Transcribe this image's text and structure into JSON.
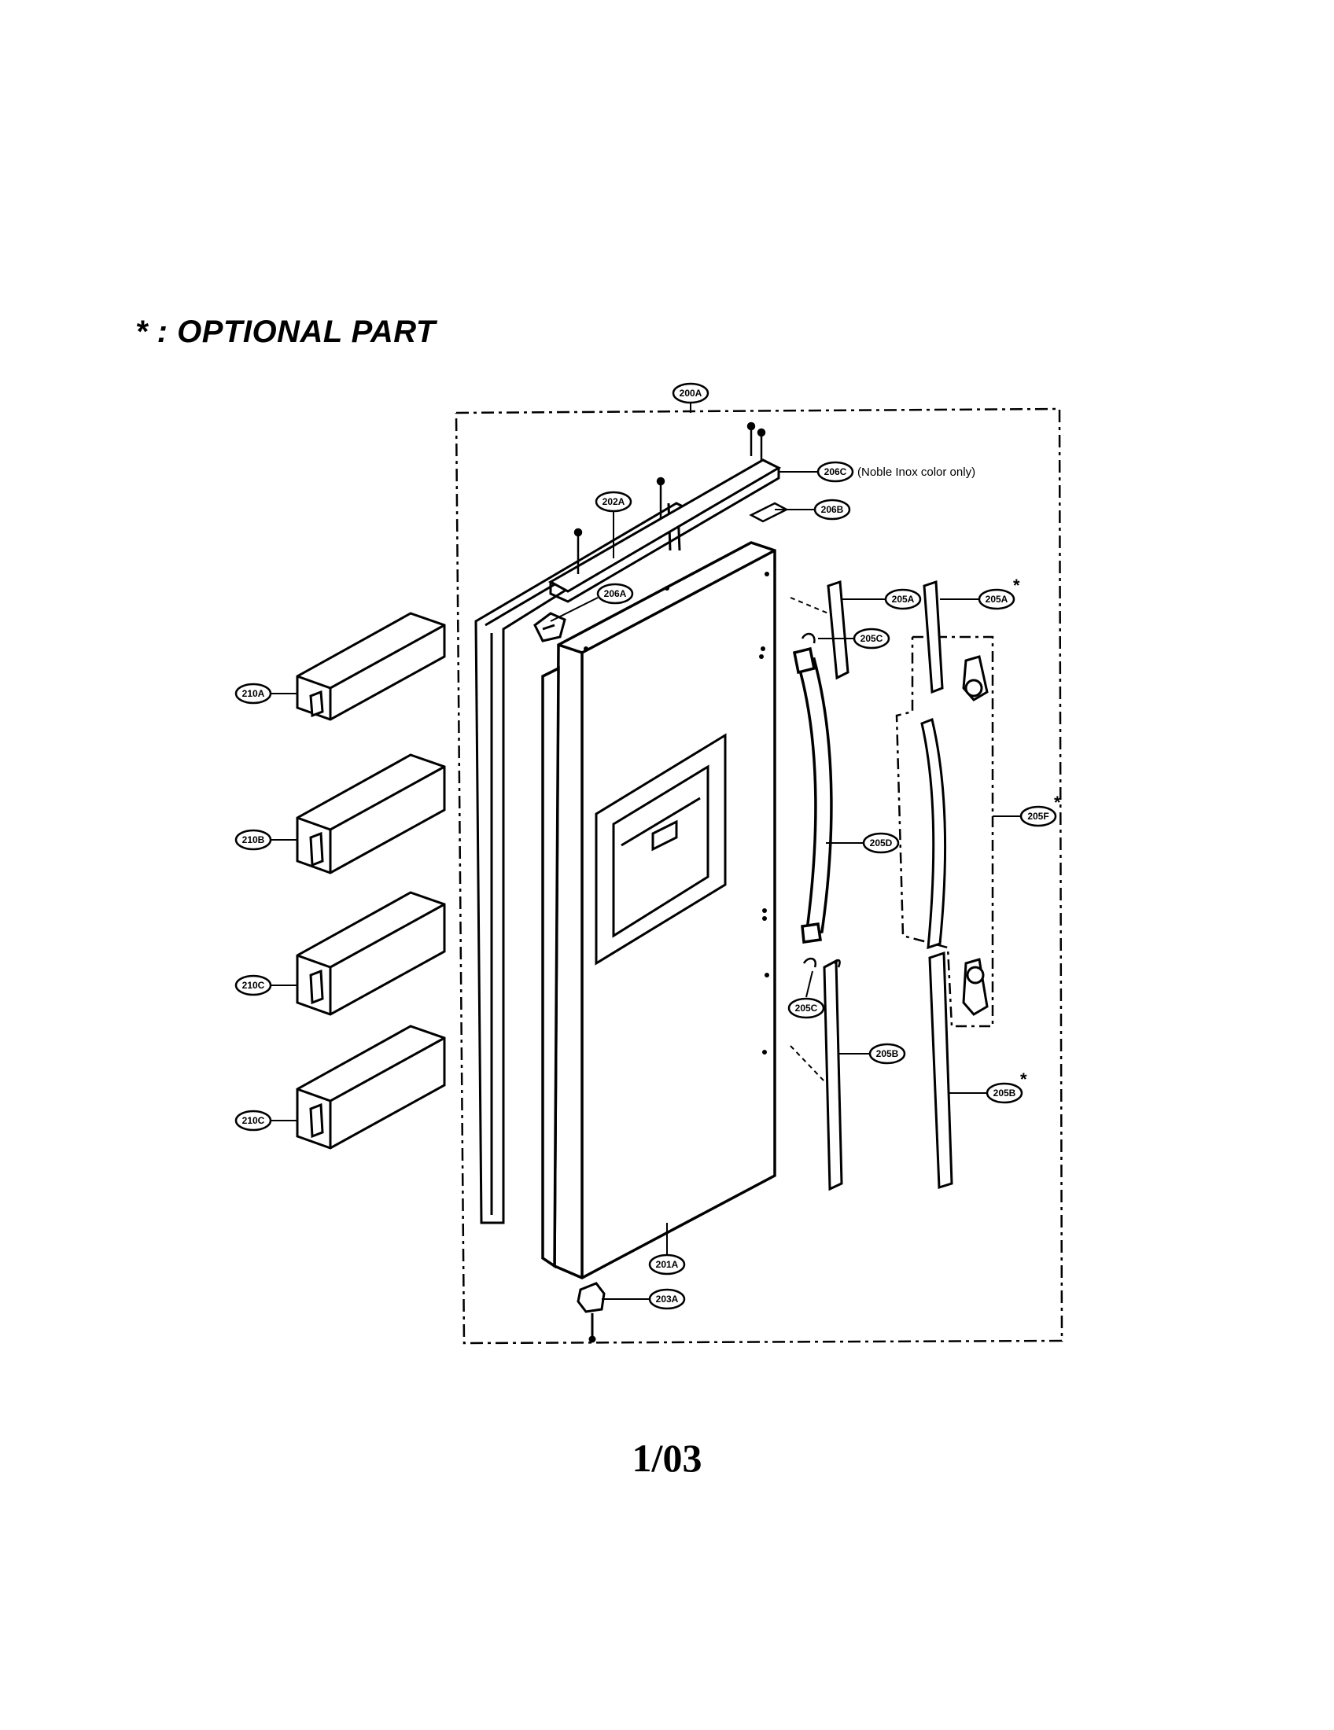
{
  "header_note": "* : OPTIONAL PART",
  "page_number": "1/03",
  "assembly_callout": "200A",
  "note_206C": "(Noble Inox color only)",
  "optional_mark": "*",
  "callouts": {
    "c200A": "200A",
    "c201A": "201A",
    "c202A": "202A",
    "c203A": "203A",
    "c205A": "205A",
    "c205A_opt": "205A",
    "c205B": "205B",
    "c205B_opt": "205B",
    "c205C_top": "205C",
    "c205C_bottom": "205C",
    "c205D": "205D",
    "c205F_opt": "205F",
    "c206A": "206A",
    "c206B": "206B",
    "c206C": "206C",
    "c210A": "210A",
    "c210B": "210B",
    "c210C_upper": "210C",
    "c210C_lower": "210C"
  }
}
